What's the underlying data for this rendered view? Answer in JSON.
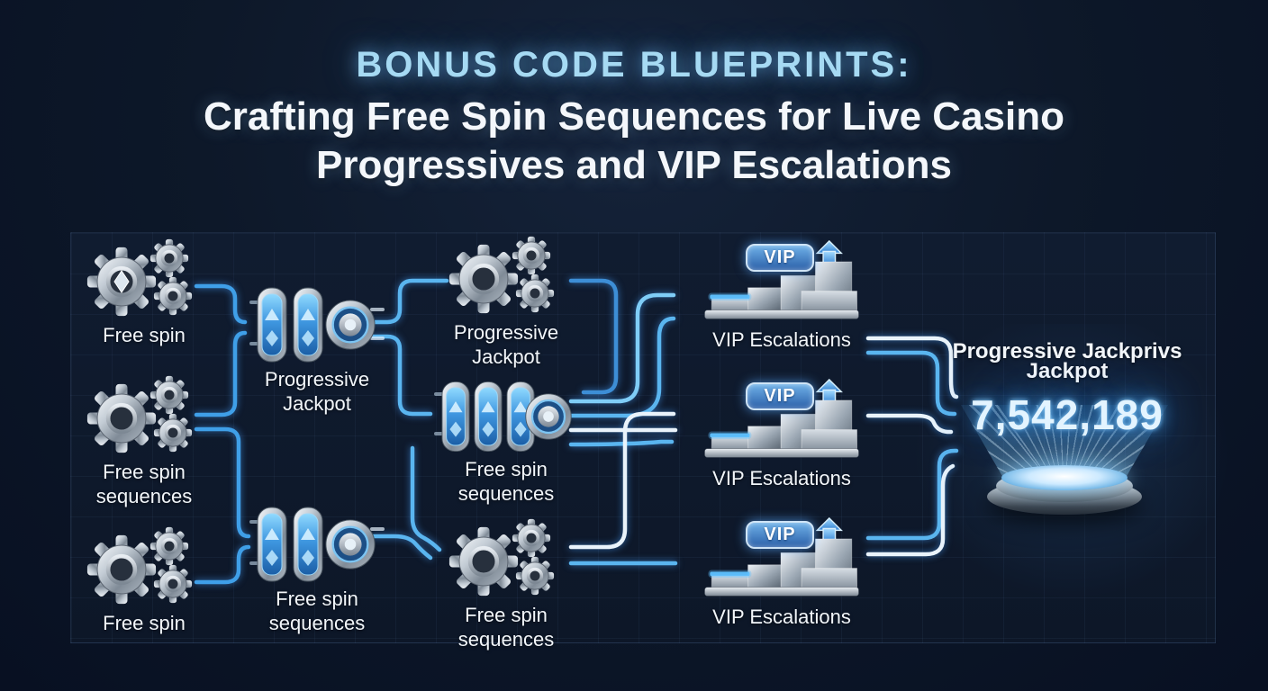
{
  "header": {
    "kicker": "BONUS CODE BLUEPRINTS:",
    "title_line1": "Crafting Free Spin Sequences for Live Casino",
    "title_line2": "Progressives and VIP Escalations"
  },
  "flow": {
    "inputs": [
      {
        "line1": "Free spin",
        "line2": ""
      },
      {
        "line1": "Free spin",
        "line2": "sequences"
      },
      {
        "line1": "Free spin",
        "line2": ""
      }
    ],
    "stage2": [
      {
        "line1": "Progressive",
        "line2": "Jackpot"
      },
      {
        "line1": "Free spin",
        "line2": "sequences"
      }
    ],
    "stage3": [
      {
        "line1": "Progressive",
        "line2": "Jackpot"
      },
      {
        "line1": "Free spin",
        "line2": "sequences"
      },
      {
        "line1": "Free spin",
        "line2": "sequences"
      }
    ],
    "vip": {
      "badge": "VIP",
      "label": "VIP Escalations"
    }
  },
  "jackpot": {
    "title_line1": "Progressive Jackprivs",
    "title_line2": "Jackpot",
    "value": "7,542,189"
  },
  "colors": {
    "background": "#0b1526",
    "accent_blue": "#6ec6ff",
    "connector_blue": "#4aa6ea",
    "connector_white": "#eef6fd",
    "kicker_blue": "#a6daf3"
  }
}
